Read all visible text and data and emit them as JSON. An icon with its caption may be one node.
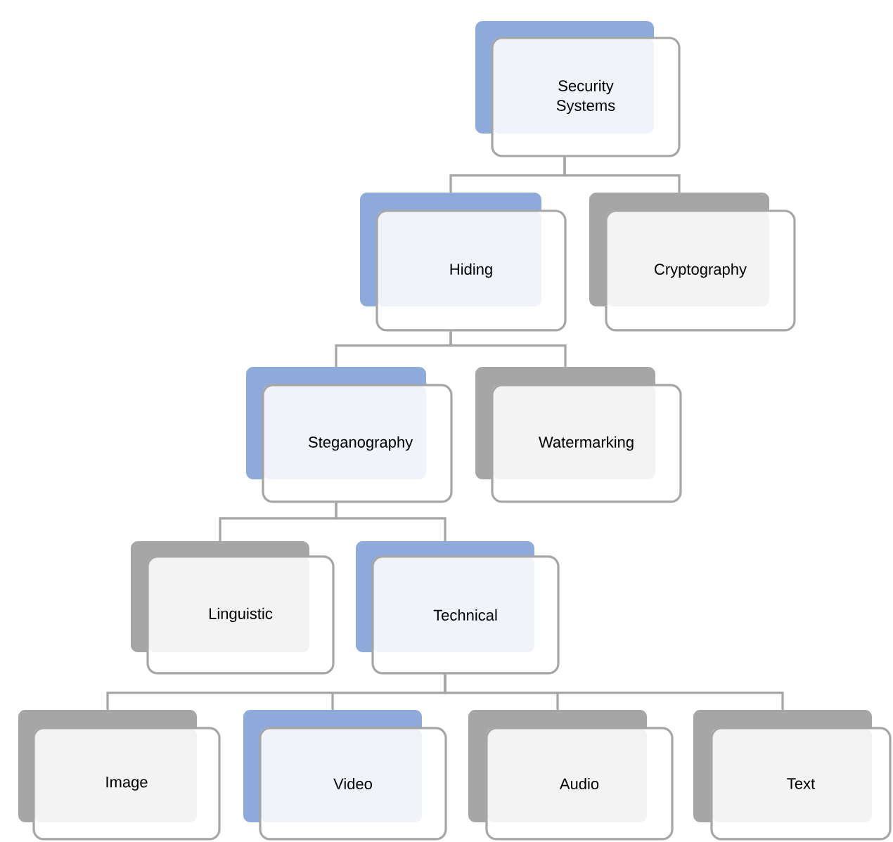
{
  "diagram": {
    "nodes": [
      {
        "text": [
          "Security Systems"
        ]
      },
      {
        "text": [
          "Hiding"
        ]
      },
      {
        "text": [
          "Cryptography"
        ]
      },
      {
        "text": [
          "Steganography"
        ]
      },
      {
        "text": [
          "Watermarking"
        ]
      },
      {
        "text": [
          "Linguistic"
        ]
      },
      {
        "text": [
          "Technical"
        ]
      },
      {
        "text": [
          "Image"
        ]
      },
      {
        "text": [
          "Video"
        ]
      },
      {
        "text": [
          "Audio"
        ]
      },
      {
        "text": [
          "Text"
        ]
      }
    ],
    "edges": [
      {
        "from": 0,
        "to": 1,
        "arrow": "none"
      },
      {
        "from": 0,
        "to": 2,
        "arrow": "none"
      },
      {
        "from": 1,
        "to": 3,
        "arrow": "none"
      },
      {
        "from": 1,
        "to": 4,
        "arrow": "none"
      },
      {
        "from": 3,
        "to": 5,
        "arrow": "none"
      },
      {
        "from": 3,
        "to": 6,
        "arrow": "none"
      },
      {
        "from": 6,
        "to": 7,
        "arrow": "none"
      },
      {
        "from": 6,
        "to": 8,
        "arrow": "none"
      },
      {
        "from": 6,
        "to": 9,
        "arrow": "none"
      },
      {
        "from": 6,
        "to": 10,
        "arrow": "none"
      }
    ]
  }
}
